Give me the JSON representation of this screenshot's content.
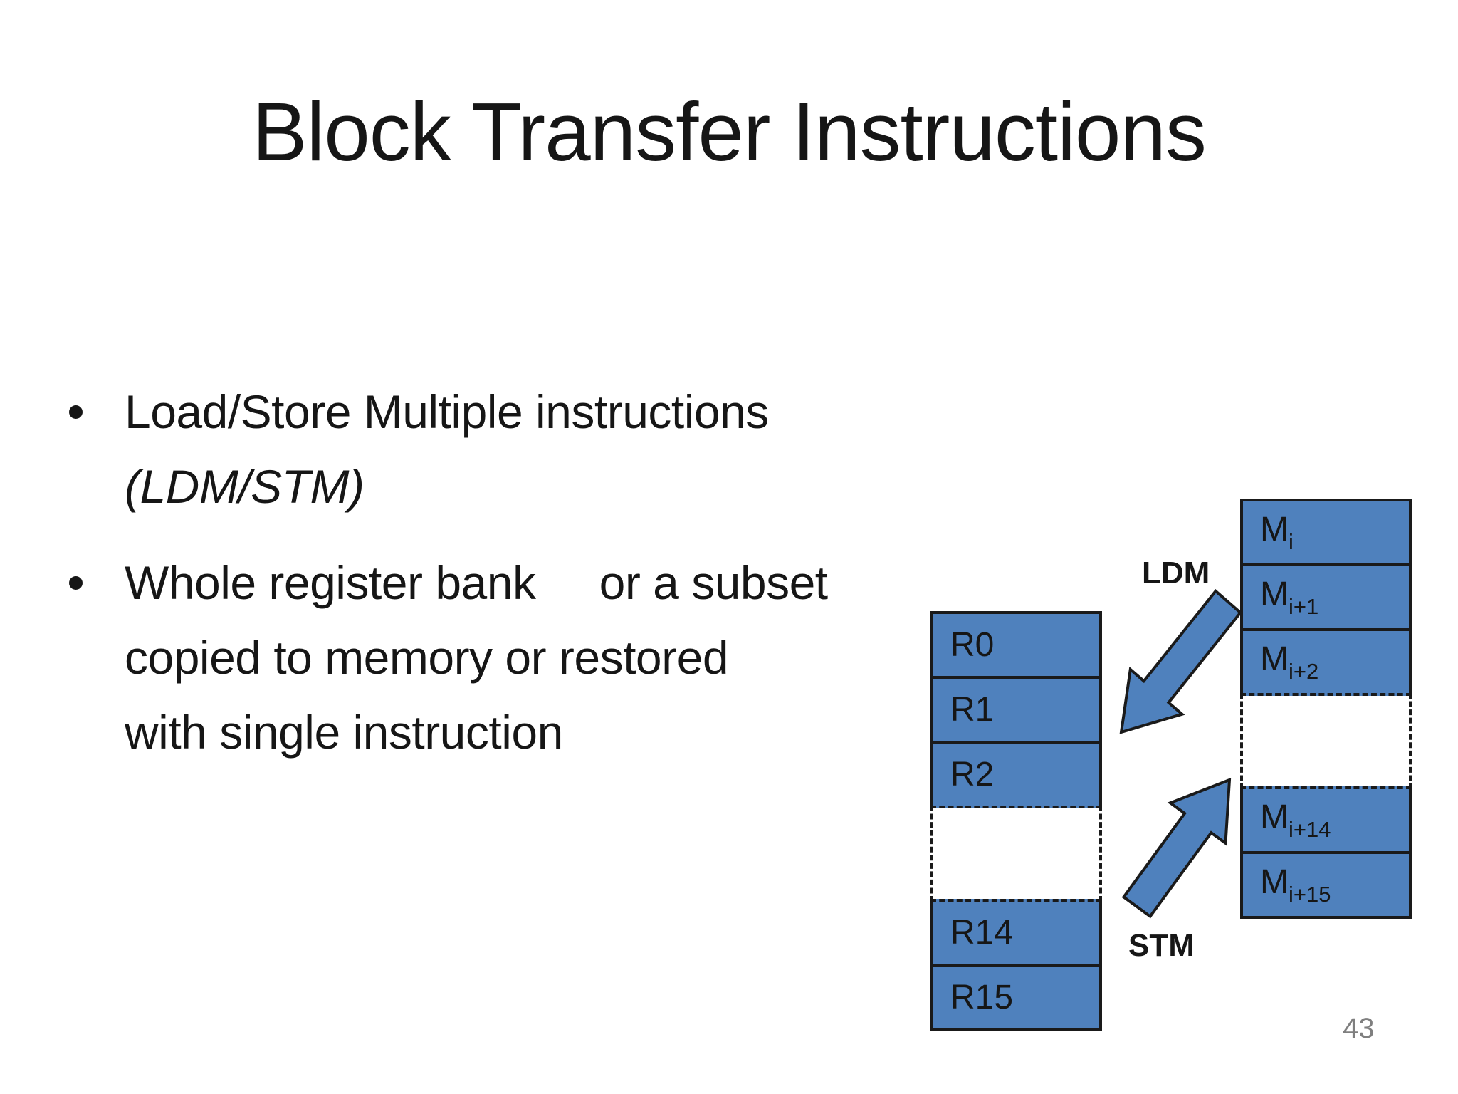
{
  "slide": {
    "title": "Block Transfer Instructions",
    "page_number": "43"
  },
  "bullets": [
    {
      "line1": "Load/Store Multiple instructions",
      "line2": "(LDM/STM)"
    },
    {
      "line1": "Whole register bank     or a subset",
      "line2": "copied to memory or restored",
      "line3": "with single instruction"
    }
  ],
  "diagram": {
    "labels": {
      "ldm": "LDM",
      "stm": "STM"
    },
    "register_stack": {
      "r0": "R0",
      "r1": "R1",
      "r2": "R2",
      "r14": "R14",
      "r15": "R15"
    },
    "memory_stack": {
      "m0": {
        "base": "M",
        "sub": "i"
      },
      "m1": {
        "base": "M",
        "sub": "i+1"
      },
      "m2": {
        "base": "M",
        "sub": "i+2"
      },
      "m14": {
        "base": "M",
        "sub": "i+14"
      },
      "m15": {
        "base": "M",
        "sub": "i+15"
      }
    },
    "colors": {
      "box_fill": "#4f81bd",
      "box_border": "#1a1a1a",
      "arrow_fill": "#4f81bd",
      "arrow_border": "#1a1a1a",
      "page_number_gray": "#7f7f7f"
    }
  }
}
